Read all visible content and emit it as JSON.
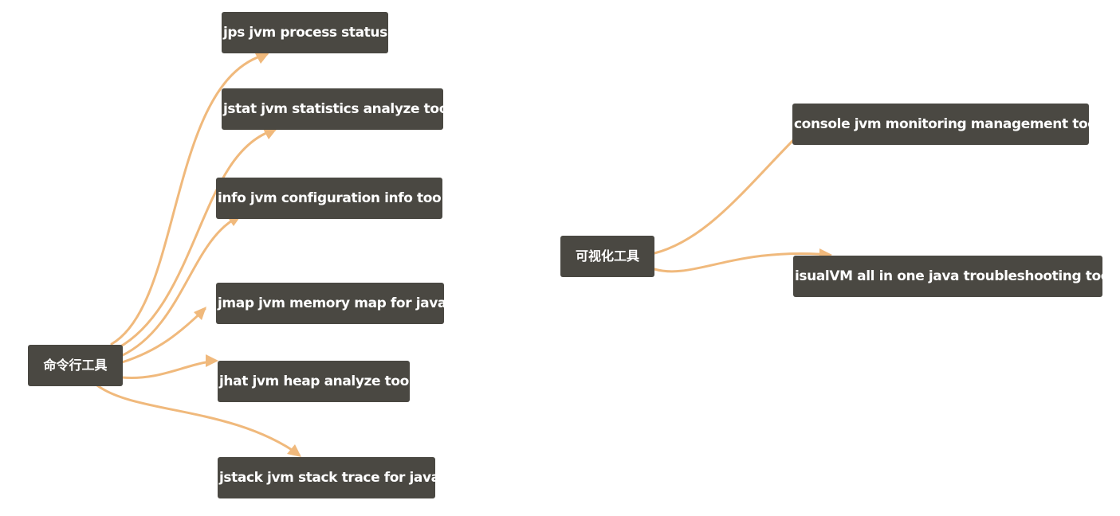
{
  "roots": {
    "cli": {
      "label": "命令行工具"
    },
    "gui": {
      "label": "可视化工具"
    }
  },
  "cli_tools": [
    {
      "label": "jps jvm process status"
    },
    {
      "label": "jstat jvm statistics analyze tool"
    },
    {
      "label": "info jvm configuration info too"
    },
    {
      "label": "jmap jvm memory map for java"
    },
    {
      "label": "jhat jvm heap analyze tool"
    },
    {
      "label": "jstack jvm stack trace for java"
    }
  ],
  "gui_tools": [
    {
      "label": "console jvm monitoring management too"
    },
    {
      "label": "isualVM all in one java troubleshooting too"
    }
  ],
  "colors": {
    "node_fill": "#4a4842",
    "node_text": "#ffffff",
    "edge": "#f0b97c"
  }
}
